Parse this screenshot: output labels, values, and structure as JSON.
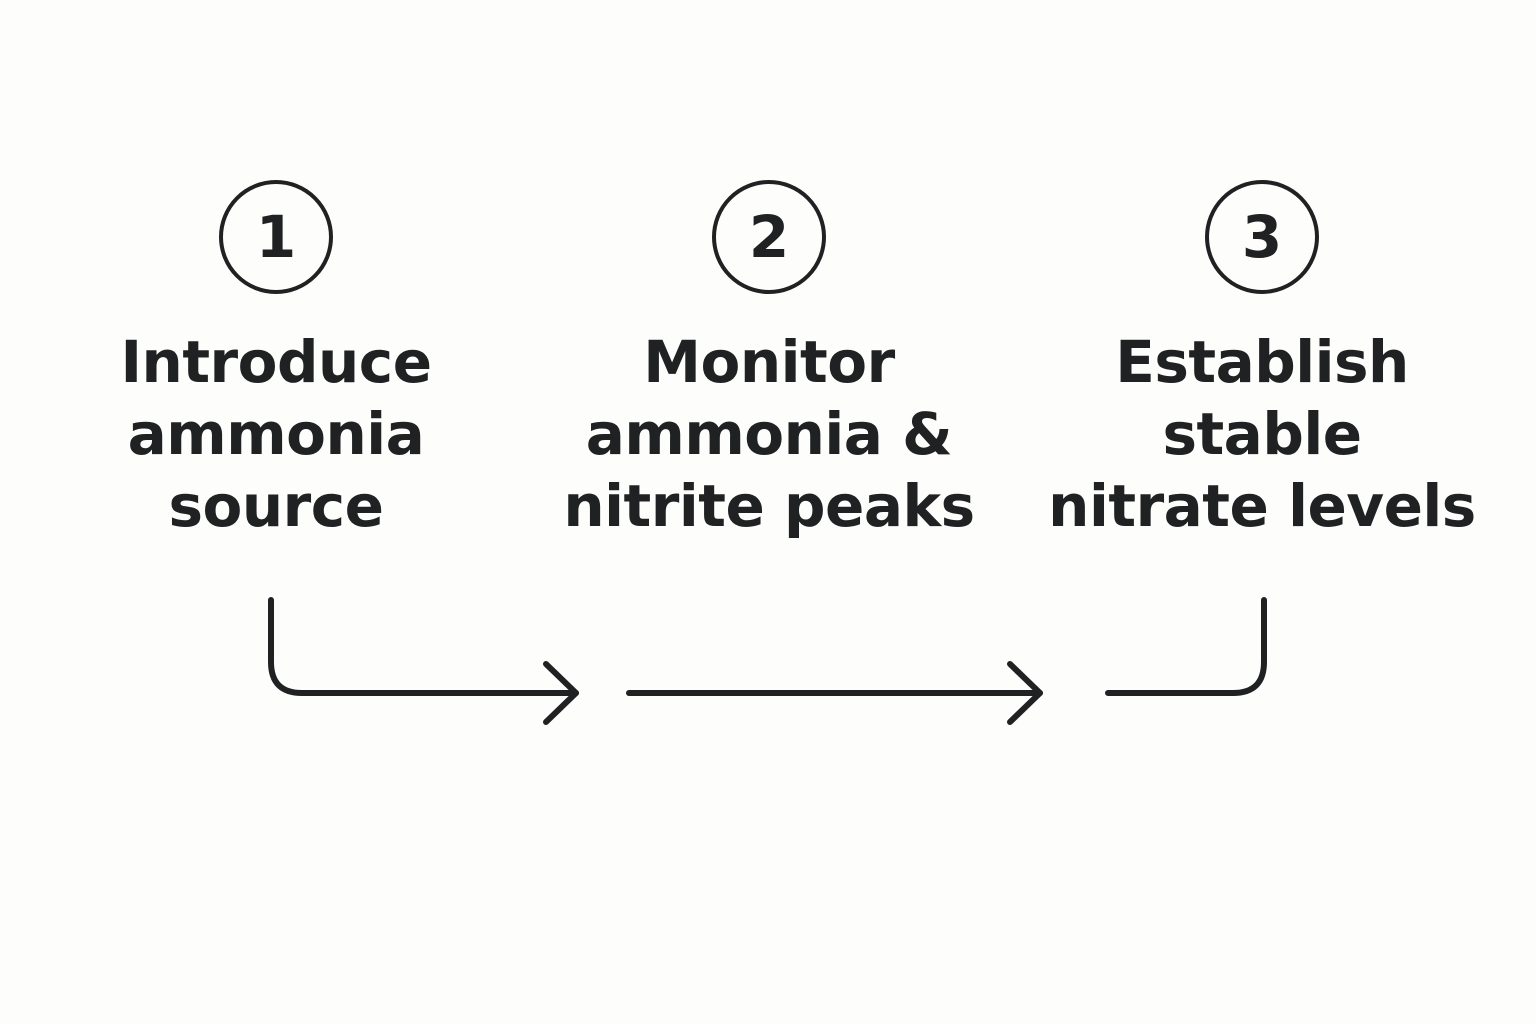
{
  "diagram": {
    "steps": [
      {
        "number": "1",
        "label_lines": [
          "Introduce",
          "ammonia",
          "source"
        ]
      },
      {
        "number": "2",
        "label_lines": [
          "Monitor",
          "ammonia &",
          "nitrite peaks"
        ]
      },
      {
        "number": "3",
        "label_lines": [
          "Establish",
          "stable",
          "nitrate levels"
        ]
      }
    ],
    "colors": {
      "ink": "#1f2122",
      "background": "#fdfdfb"
    }
  }
}
